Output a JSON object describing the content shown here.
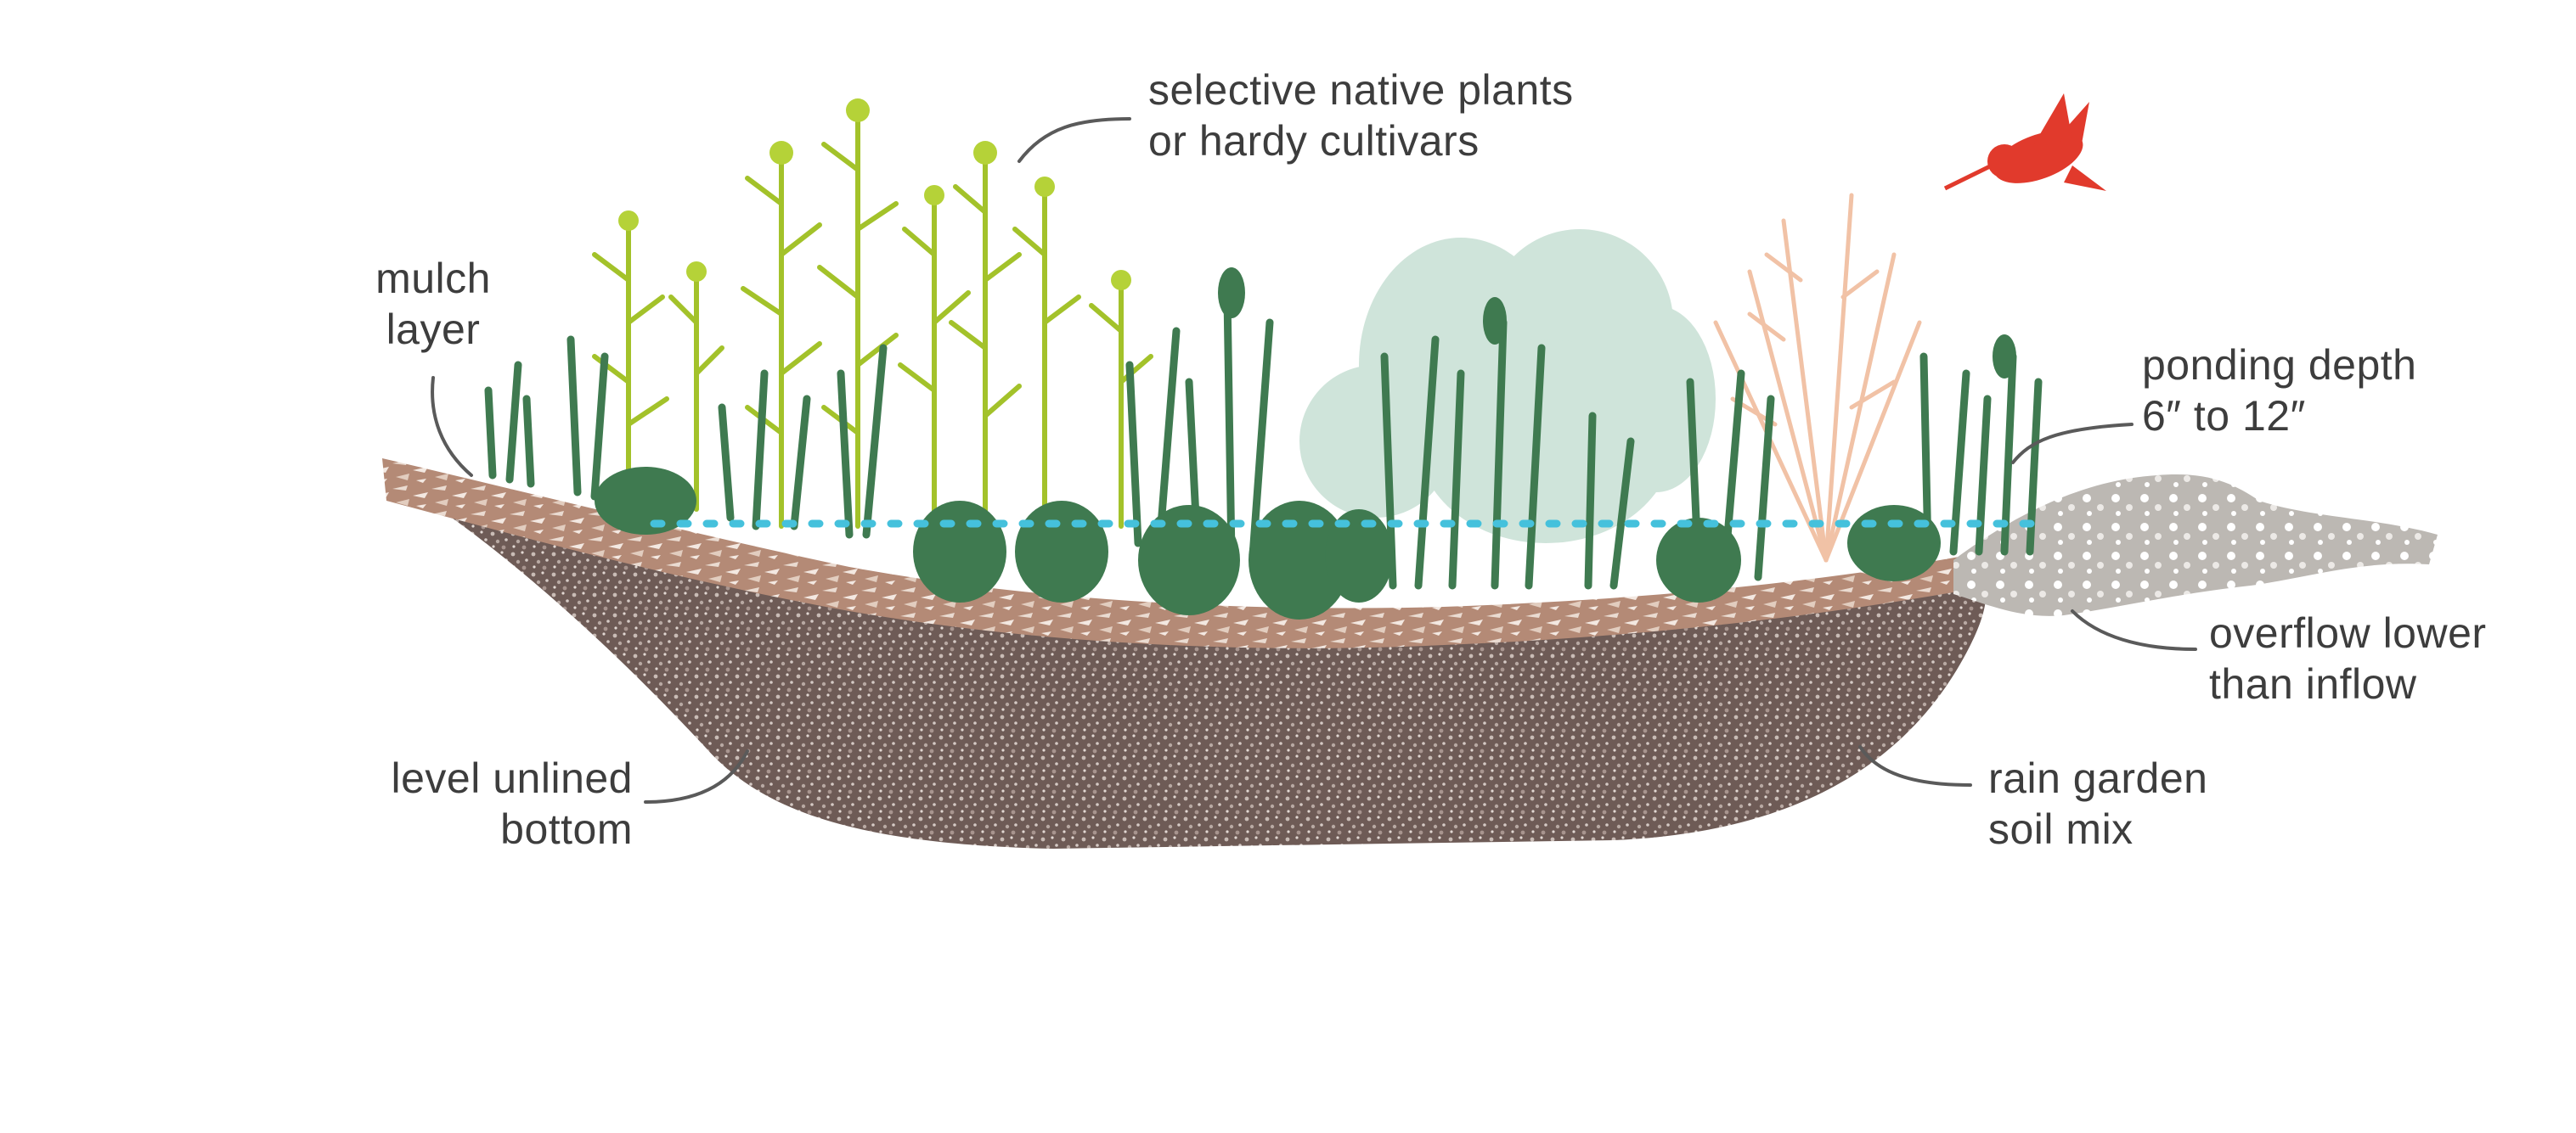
{
  "labels": {
    "plants": {
      "lines": [
        "selective native plants",
        "or hardy cultivars"
      ]
    },
    "mulch": {
      "lines": [
        "mulch",
        "layer"
      ]
    },
    "ponding": {
      "lines": [
        "ponding depth",
        "6″ to 12″"
      ]
    },
    "overflow": {
      "lines": [
        "overflow lower",
        "than inflow"
      ]
    },
    "bottom": {
      "lines": [
        "level unlined",
        "bottom"
      ]
    },
    "soil": {
      "lines": [
        "rain garden",
        "soil mix"
      ]
    }
  },
  "colors": {
    "soil": "#6e5b56",
    "soil_speckle": "#c9bcb6",
    "mulch": "#b48a76",
    "mulch_light": "#e9d9cf",
    "plant_dark": "#3f7a50",
    "plant_lime": "#b5d238",
    "plant_pale": "#cfe4da",
    "plant_peach": "#f1c2a6",
    "water_line": "#45c1dc",
    "gravel": "#bcb8b3",
    "bird": "#e13a2c",
    "text": "#3d3d3d"
  },
  "icons": {
    "bird": "hummingbird-icon"
  }
}
